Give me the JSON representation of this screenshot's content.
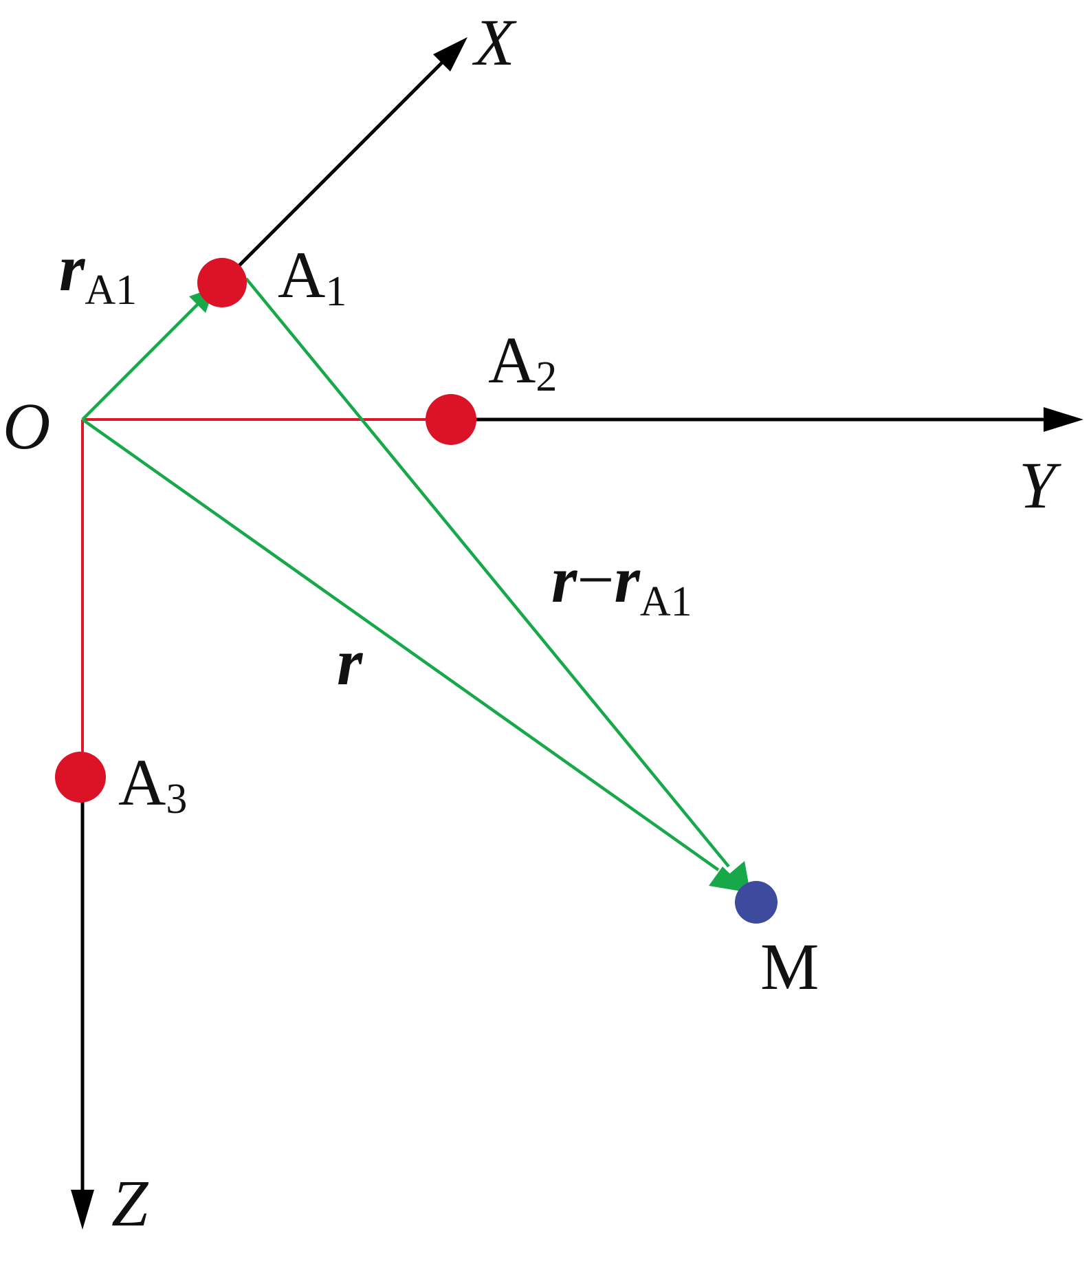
{
  "colors": {
    "axis": "#000000",
    "red_segment": "#e0172a",
    "green_vector": "#17a84a",
    "source_point": "#dc1226",
    "observation_point": "#3d4b9e"
  },
  "axes": {
    "x_label": "X",
    "y_label": "Y",
    "z_label": "Z",
    "origin_label": "O"
  },
  "points": {
    "a1": {
      "main": "A",
      "sub": "1"
    },
    "a2": {
      "main": "A",
      "sub": "2"
    },
    "a3": {
      "main": "A",
      "sub": "3"
    },
    "m": {
      "main": "M"
    }
  },
  "vectors": {
    "r_a1": {
      "main": "r",
      "sub": "A1"
    },
    "r": {
      "main": "r"
    },
    "r_minus_r_a1": {
      "main": "r",
      "minus": "−",
      "second": "r",
      "sub": "A1"
    }
  }
}
